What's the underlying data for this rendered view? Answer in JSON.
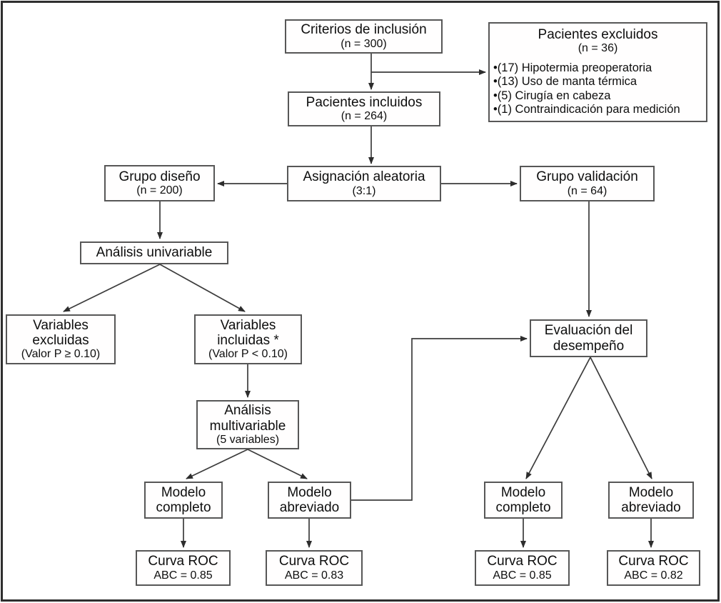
{
  "diagram": {
    "boxes": {
      "criterios": {
        "title": "Criterios de inclusión",
        "sub": "(n = 300)"
      },
      "excluidos": {
        "title": "Pacientes excluidos",
        "sub": "(n = 36)",
        "items": [
          "•(17) Hipotermia preoperatoria",
          "•(13) Uso de manta térmica",
          "•(5) Cirugía en cabeza",
          "•(1) Contraindicación para medición"
        ]
      },
      "incluidos": {
        "title": "Pacientes incluidos",
        "sub": "(n = 264)"
      },
      "asignacion": {
        "title": "Asignación aleatoria",
        "sub": "(3:1)"
      },
      "grupo_diseno": {
        "title": "Grupo diseño",
        "sub": "(n = 200)"
      },
      "grupo_validacion": {
        "title": "Grupo validación",
        "sub": "(n = 64)"
      },
      "analisis_univariable": {
        "title": "Análisis univariable"
      },
      "variables_excluidas": {
        "line1": "Variables",
        "line2": "excluidas",
        "sub": "(Valor P ≥ 0.10)"
      },
      "variables_incluidas": {
        "line1": "Variables",
        "line2": "incluidas *",
        "sub": "(Valor P < 0.10)"
      },
      "evaluacion": {
        "line1": "Evaluación del",
        "line2": "desempeño"
      },
      "analisis_multivariable": {
        "line1": "Análisis",
        "line2": "multivariable",
        "sub": "(5 variables)"
      },
      "modelo_completo_izq": {
        "line1": "Modelo",
        "line2": "completo"
      },
      "modelo_abreviado_izq": {
        "line1": "Modelo",
        "line2": "abreviado"
      },
      "modelo_completo_der": {
        "line1": "Modelo",
        "line2": "completo"
      },
      "modelo_abreviado_der": {
        "line1": "Modelo",
        "line2": "abreviado"
      },
      "roc_diseno_completo": {
        "title": "Curva ROC",
        "sub": "ABC = 0.85"
      },
      "roc_diseno_abreviado": {
        "title": "Curva ROC",
        "sub": "ABC = 0.83"
      },
      "roc_validacion_completo": {
        "title": "Curva ROC",
        "sub": "ABC = 0.85"
      },
      "roc_validacion_abreviado": {
        "title": "Curva ROC",
        "sub": "ABC = 0.82"
      }
    },
    "colors": {
      "line": "#3c3c3c",
      "box_border": "#575757",
      "frame_border": "#2e2e2e",
      "text": "#0e0e0e",
      "background": "#ffffff"
    }
  }
}
